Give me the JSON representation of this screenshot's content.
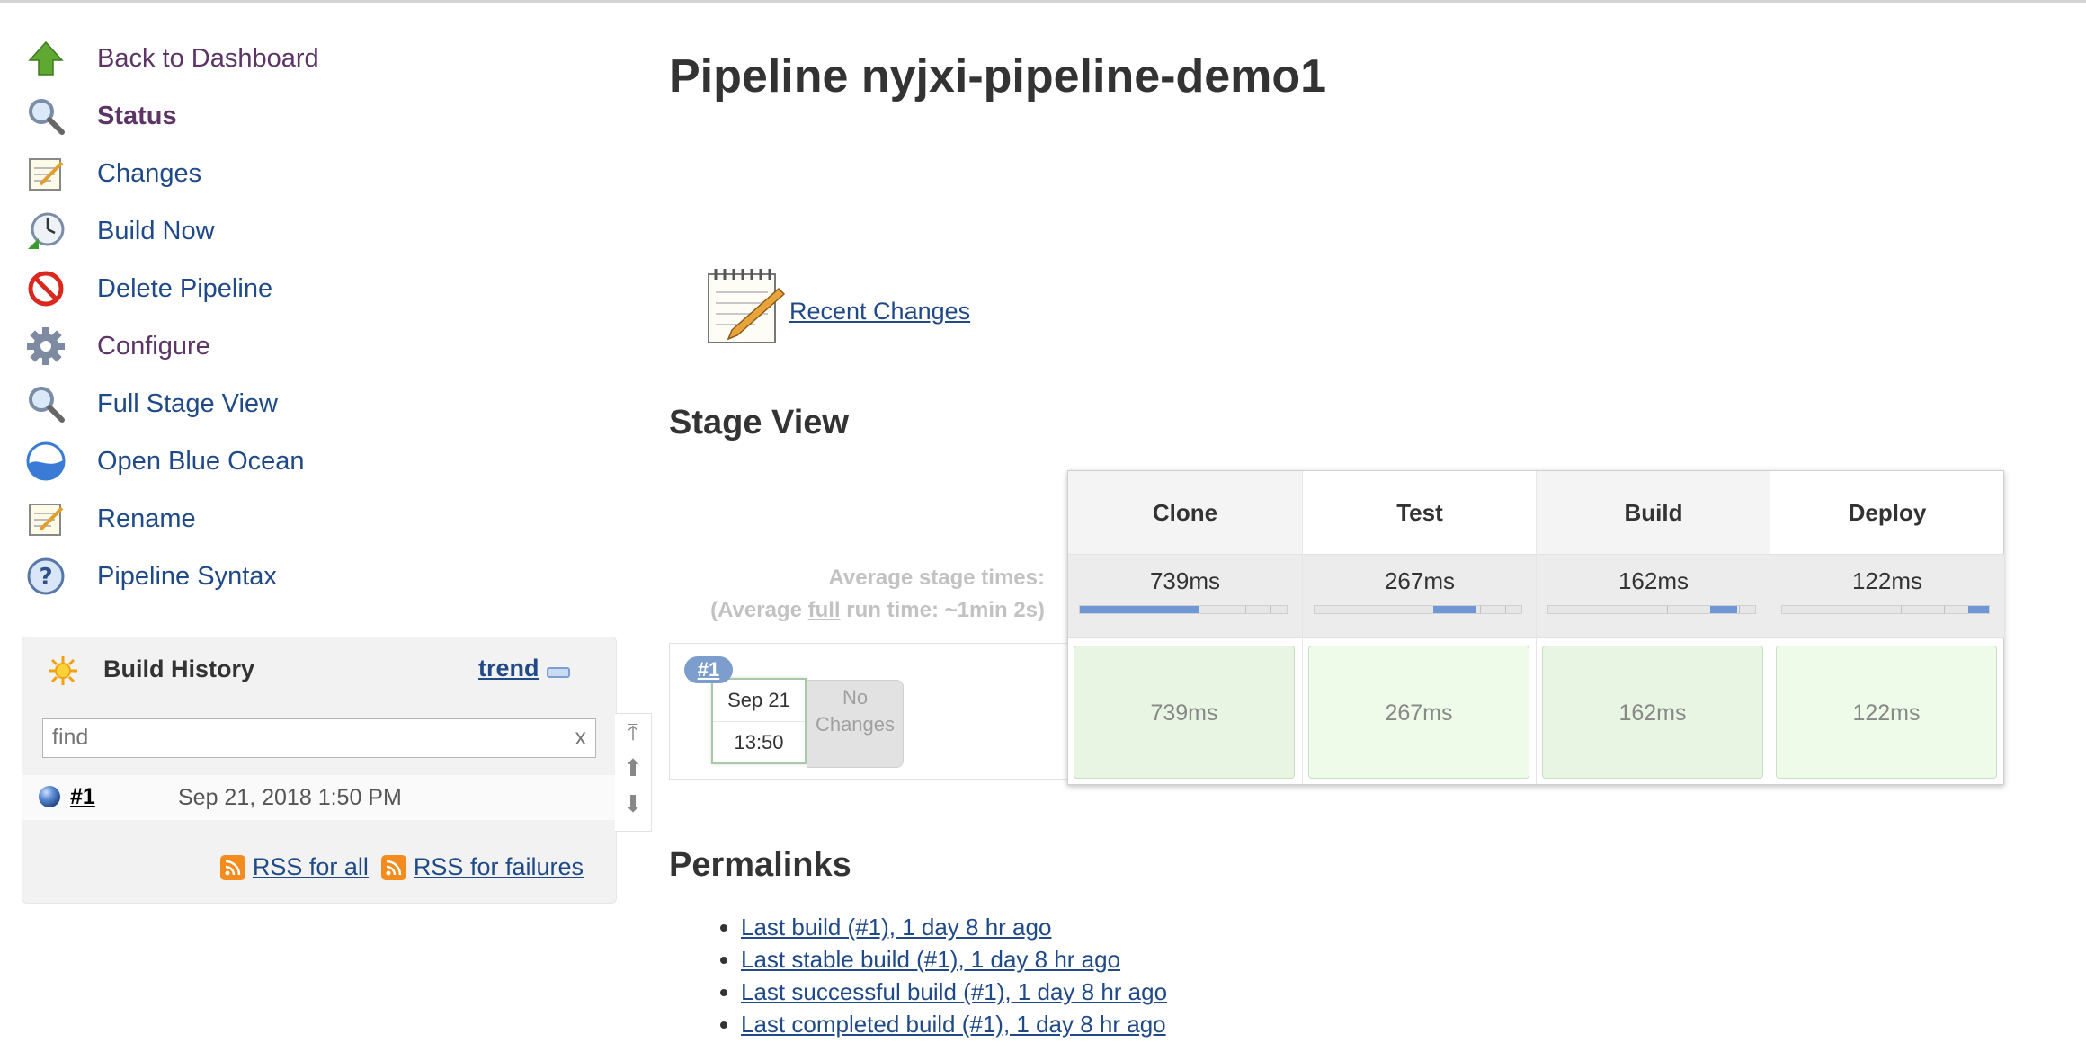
{
  "sidebar": {
    "items": [
      {
        "label": "Back to Dashboard",
        "icon": "up-arrow-icon"
      },
      {
        "label": "Status",
        "icon": "magnifier-icon"
      },
      {
        "label": "Changes",
        "icon": "notepad-icon"
      },
      {
        "label": "Build Now",
        "icon": "clock-icon"
      },
      {
        "label": "Delete Pipeline",
        "icon": "no-entry-icon"
      },
      {
        "label": "Configure",
        "icon": "gear-icon"
      },
      {
        "label": "Full Stage View",
        "icon": "magnifier-icon"
      },
      {
        "label": "Open Blue Ocean",
        "icon": "blue-ocean-icon"
      },
      {
        "label": "Rename",
        "icon": "notepad-icon"
      },
      {
        "label": "Pipeline Syntax",
        "icon": "help-icon"
      }
    ]
  },
  "build_history": {
    "title": "Build History",
    "trend": "trend",
    "search_placeholder": "find",
    "clear": "x",
    "builds": [
      {
        "number": "#1",
        "date": "Sep 21, 2018 1:50 PM"
      }
    ],
    "rss_all": "RSS for all",
    "rss_failures": "RSS for failures"
  },
  "main": {
    "title": "Pipeline nyjxi-pipeline-demo1",
    "recent_changes": "Recent Changes",
    "stage_view_heading": "Stage View",
    "avg_stage_times": "Average stage times:",
    "avg_full_prefix": "(Average ",
    "avg_full_word": "full",
    "avg_full_suffix": " run time: ~1min 2s)",
    "run": {
      "badge": "#1",
      "date": "Sep 21",
      "time": "13:50",
      "changes": "No Changes"
    },
    "stages": [
      {
        "name": "Clone",
        "avg": "739ms",
        "cell": "739ms",
        "bar_fill": 0.58
      },
      {
        "name": "Test",
        "avg": "267ms",
        "cell": "267ms",
        "bar_fill": 0.21
      },
      {
        "name": "Build",
        "avg": "162ms",
        "cell": "162ms",
        "bar_fill": 0.13
      },
      {
        "name": "Deploy",
        "avg": "122ms",
        "cell": "122ms",
        "bar_fill": 0.1
      }
    ],
    "permalinks_heading": "Permalinks",
    "permalinks": [
      "Last build (#1), 1 day 8 hr ago",
      "Last stable build (#1), 1 day 8 hr ago",
      "Last successful build (#1), 1 day 8 hr ago",
      "Last completed build (#1), 1 day 8 hr ago"
    ]
  },
  "colors": {
    "link": "#204a87",
    "visited": "#5c3566",
    "success": "#eefbe9",
    "bar": "#6f97d6"
  }
}
